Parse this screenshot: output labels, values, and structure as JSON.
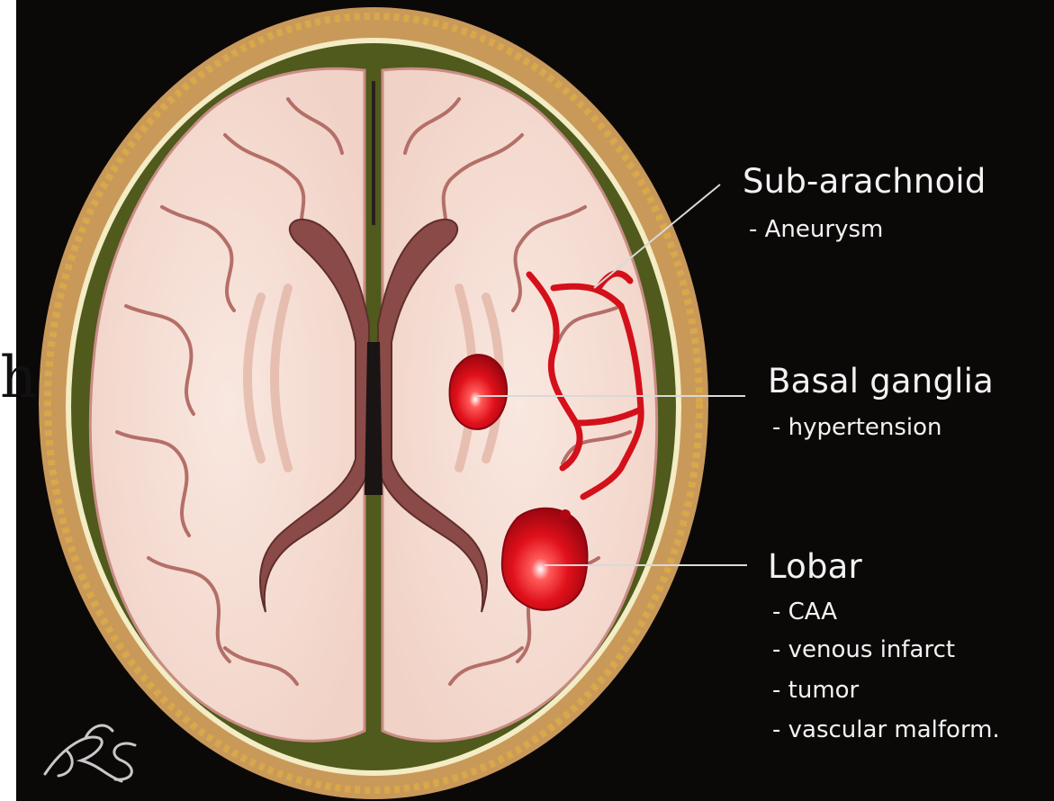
{
  "edge_glyph": "h",
  "labels": {
    "subarachnoid": {
      "title": "Sub-arachnoid",
      "items": [
        "- Aneurysm"
      ]
    },
    "basal_ganglia": {
      "title": "Basal ganglia",
      "items": [
        "- hypertension"
      ]
    },
    "lobar": {
      "title": "Lobar",
      "items": [
        "- CAA",
        "- venous infarct",
        "- tumor",
        "- vascular malform."
      ]
    }
  },
  "signature": "RS",
  "colors": {
    "background": "#0b0808",
    "skull": "#c99a50",
    "csf_space": "#4f5a1c",
    "brain": "#f5dcd2",
    "sulci": "#b46f68",
    "ventricles": "#8a4a48",
    "hemorrhage": "#d4101a",
    "text": "#f2f2f2"
  }
}
